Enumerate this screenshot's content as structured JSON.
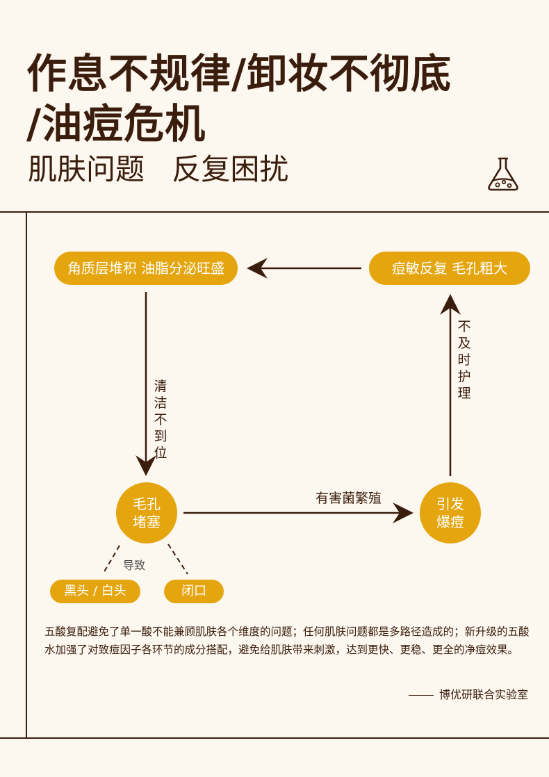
{
  "header": {
    "title_line1": "作息不规律/卸妆不彻底",
    "title_line2": "/油痘危机",
    "subtitle": "肌肤问题  反复困扰",
    "icon": "flask-icon"
  },
  "diagram": {
    "node_top_left": "角质层堆积 油脂分泌旺盛",
    "node_top_right": "痘敏反复  毛孔粗大",
    "node_mid_left_line1": "毛孔",
    "node_mid_left_line2": "堵塞",
    "node_mid_right_line1": "引发",
    "node_mid_right_line2": "爆痘",
    "edge_left_label": "清洁不到位",
    "edge_right_label": "不及时护理",
    "edge_middle_label": "有害菌繁殖",
    "edge_lead_label": "导致",
    "node_blackhead": "黑头 / 白头",
    "node_closed": "闭口"
  },
  "footer": {
    "body": "五酸复配避免了单一酸不能兼顾肌肤各个维度的问题；任何肌肤问题都是多路径造成的；新升级的五酸水加强了对致痘因子各环节的成分搭配，避免给肌肤带来刺激，达到更快、更稳、更全的净痘效果。",
    "credit": "博优研联合实验室"
  },
  "colors": {
    "background": "#fcf8ef",
    "accent": "#e4a50e",
    "text": "#3a1d0c"
  }
}
